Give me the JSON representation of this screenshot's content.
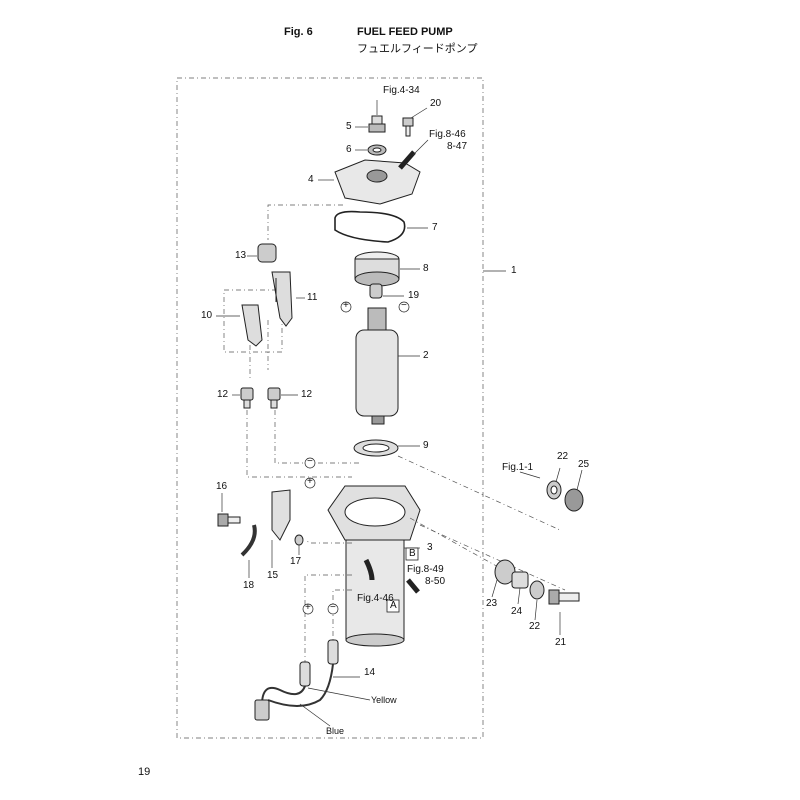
{
  "header": {
    "fig_label": "Fig. 6",
    "title_en": "FUEL FEED PUMP",
    "title_jp": "フュエルフィードポンプ"
  },
  "page_number": "19",
  "callouts": {
    "c1": "1",
    "c2": "2",
    "c3": "3",
    "c4": "4",
    "c5": "5",
    "c6": "6",
    "c7": "7",
    "c8": "8",
    "c9": "9",
    "c10": "10",
    "c11": "11",
    "c12a": "12",
    "c12b": "12",
    "c13": "13",
    "c14": "14",
    "c15": "15",
    "c16": "16",
    "c17": "17",
    "c18": "18",
    "c19": "19",
    "c20": "20",
    "c21": "21",
    "c22a": "22",
    "c22b": "22",
    "c23": "23",
    "c24": "24",
    "c25": "25"
  },
  "references": {
    "fig4_34": "Fig.4-34",
    "fig8_46": "Fig.8-46",
    "fig8_47": "8-47",
    "fig1_1": "Fig.1-1",
    "fig8_49": "Fig.8-49",
    "fig8_50": "8-50",
    "fig4_46": "Fig.4-46",
    "box_a": "A",
    "box_b": "B"
  },
  "wire_labels": {
    "yellow": "Yellow",
    "blue": "Blue"
  },
  "polarity": {
    "plus": "+",
    "minus": "−"
  }
}
